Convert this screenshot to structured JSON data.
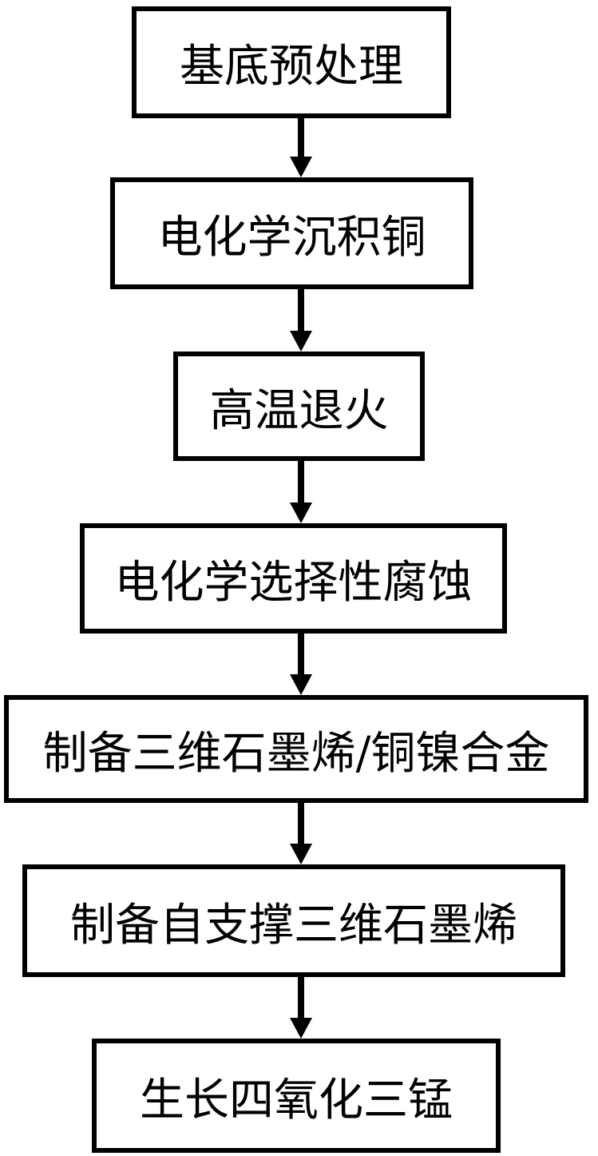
{
  "flowchart": {
    "kind": "vertical-process-flow",
    "steps": [
      {
        "label": "基底预处理"
      },
      {
        "label": "电化学沉积铜"
      },
      {
        "label": "高温退火"
      },
      {
        "label": "电化学选择性腐蚀"
      },
      {
        "label": "制备三维石墨烯/铜镍合金"
      },
      {
        "label": "制备自支撑三维石墨烯"
      },
      {
        "label": "生长四氧化三锰"
      }
    ],
    "connector": "down-arrow",
    "colors": {
      "box_border": "#000000",
      "box_fill": "#ffffff",
      "text": "#000000",
      "arrow": "#000000",
      "background": "#ffffff"
    }
  }
}
